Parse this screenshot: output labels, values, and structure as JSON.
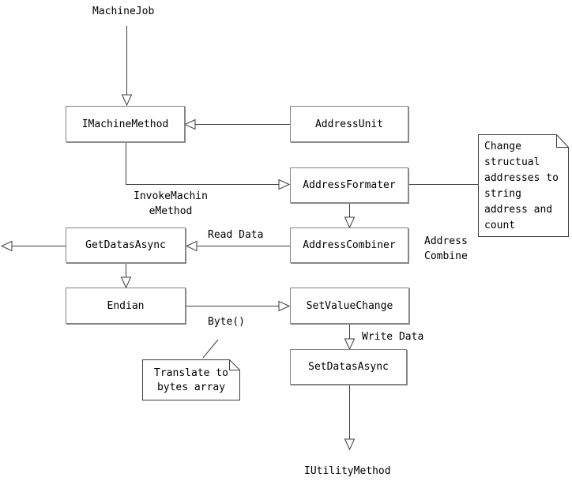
{
  "diagram": {
    "nodes": {
      "machine_job": "MachineJob",
      "imachine_method": "IMachineMethod",
      "address_unit": "AddressUnit",
      "address_formater": "AddressFormater",
      "get_datas_async": "GetDatasAsync",
      "address_combiner": "AddressCombiner",
      "endian": "Endian",
      "set_value_change": "SetValueChange",
      "set_datas_async": "SetDatasAsync",
      "iutility_method": "IUtilityMethod"
    },
    "edge_labels": {
      "invoke_machine_method_line1": "InvokeMachin",
      "invoke_machine_method_line2": "eMethod",
      "read_data": "Read Data",
      "address_combine_line1": "Address",
      "address_combine_line2": "Combine",
      "byte_call": "Byte()",
      "write_data": "Write Data"
    },
    "notes": {
      "change_structural": {
        "lines": [
          "Change",
          "structual",
          "addresses to",
          "string",
          "address and",
          "count"
        ]
      },
      "translate_bytes": {
        "lines": [
          "Translate to",
          "bytes array"
        ]
      }
    },
    "colors": {
      "line": "#3f3f3f",
      "box_border": "#848484",
      "text": "#000000",
      "background": "#ffffff"
    }
  }
}
